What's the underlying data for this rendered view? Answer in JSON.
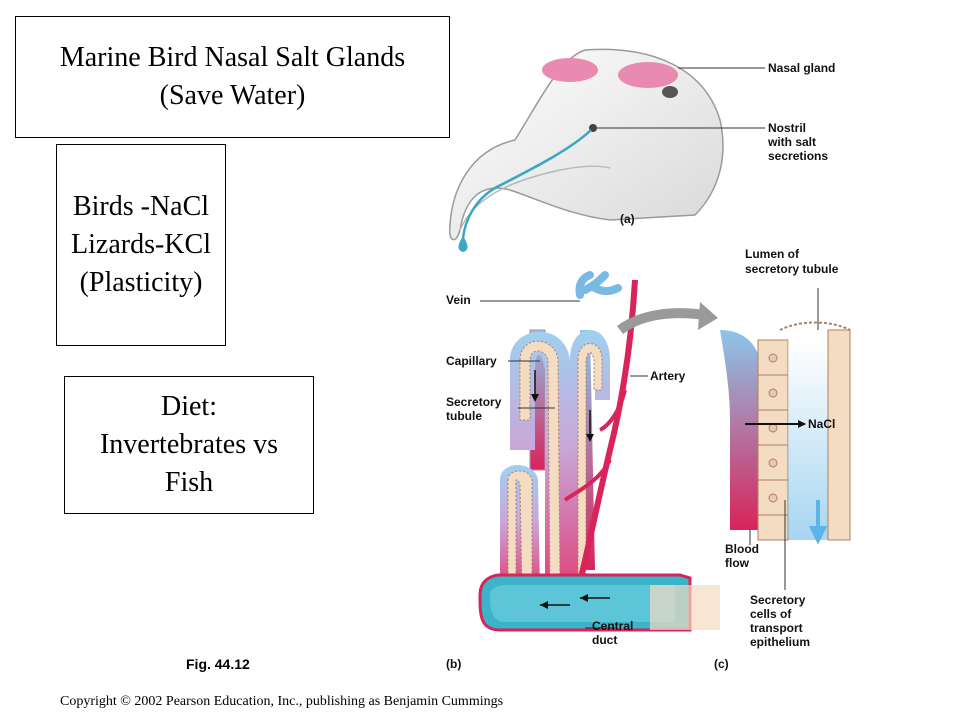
{
  "text_boxes": {
    "title": {
      "line1": "Marine Bird Nasal Salt Glands",
      "line2": "(Save Water)"
    },
    "ions": {
      "line1": "Birds -NaCl",
      "line2": "Lizards-KCl",
      "line3": "(Plasticity)"
    },
    "diet": {
      "line1": "Diet:",
      "line2": "Invertebrates vs",
      "line3": "Fish"
    }
  },
  "figure": {
    "number": "Fig. 44.12",
    "panel_a": {
      "panel_label": "(a)",
      "nasal_gland": "Nasal gland",
      "nostril": [
        "Nostril",
        "with salt",
        "secretions"
      ]
    },
    "panel_b": {
      "panel_label": "(b)",
      "vein": "Vein",
      "capillary": "Capillary",
      "secretory_tubule": [
        "Secretory",
        "tubule"
      ],
      "artery": "Artery",
      "central_duct": [
        "Central",
        "duct"
      ]
    },
    "panel_c": {
      "panel_label": "(c)",
      "lumen": [
        "Lumen of",
        "secretory tubule"
      ],
      "nacl": "NaCl",
      "blood_flow": [
        "Blood",
        "flow"
      ],
      "secretory_cells": [
        "Secretory",
        "cells of",
        "transport",
        "epithelium"
      ]
    }
  },
  "copyright": "Copyright © 2002 Pearson Education, Inc., publishing as Benjamin Cummings",
  "colors": {
    "gland": "#e98bb0",
    "vein_blue": "#79b9e3",
    "artery_red": "#d8245a",
    "tubule_beige": "#f3dcc2",
    "duct_teal": "#3bb3c8"
  }
}
